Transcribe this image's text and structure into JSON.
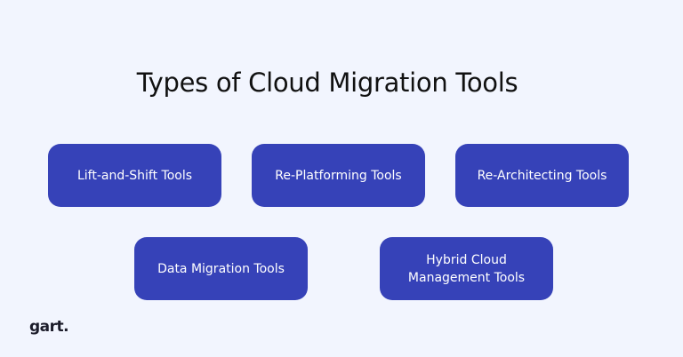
{
  "title": "Types of Cloud Migration Tools",
  "boxes": [
    {
      "label": "Lift-and-Shift Tools"
    },
    {
      "label": "Re-Platforming Tools"
    },
    {
      "label": "Re-Architecting Tools"
    },
    {
      "label": "Data Migration Tools"
    },
    {
      "label": "Hybrid Cloud Management Tools"
    }
  ],
  "logo": "gart.",
  "colors": {
    "background": "#f2f5fe",
    "box": "#3642b8",
    "box_text": "#ffffff",
    "title": "#111111"
  }
}
